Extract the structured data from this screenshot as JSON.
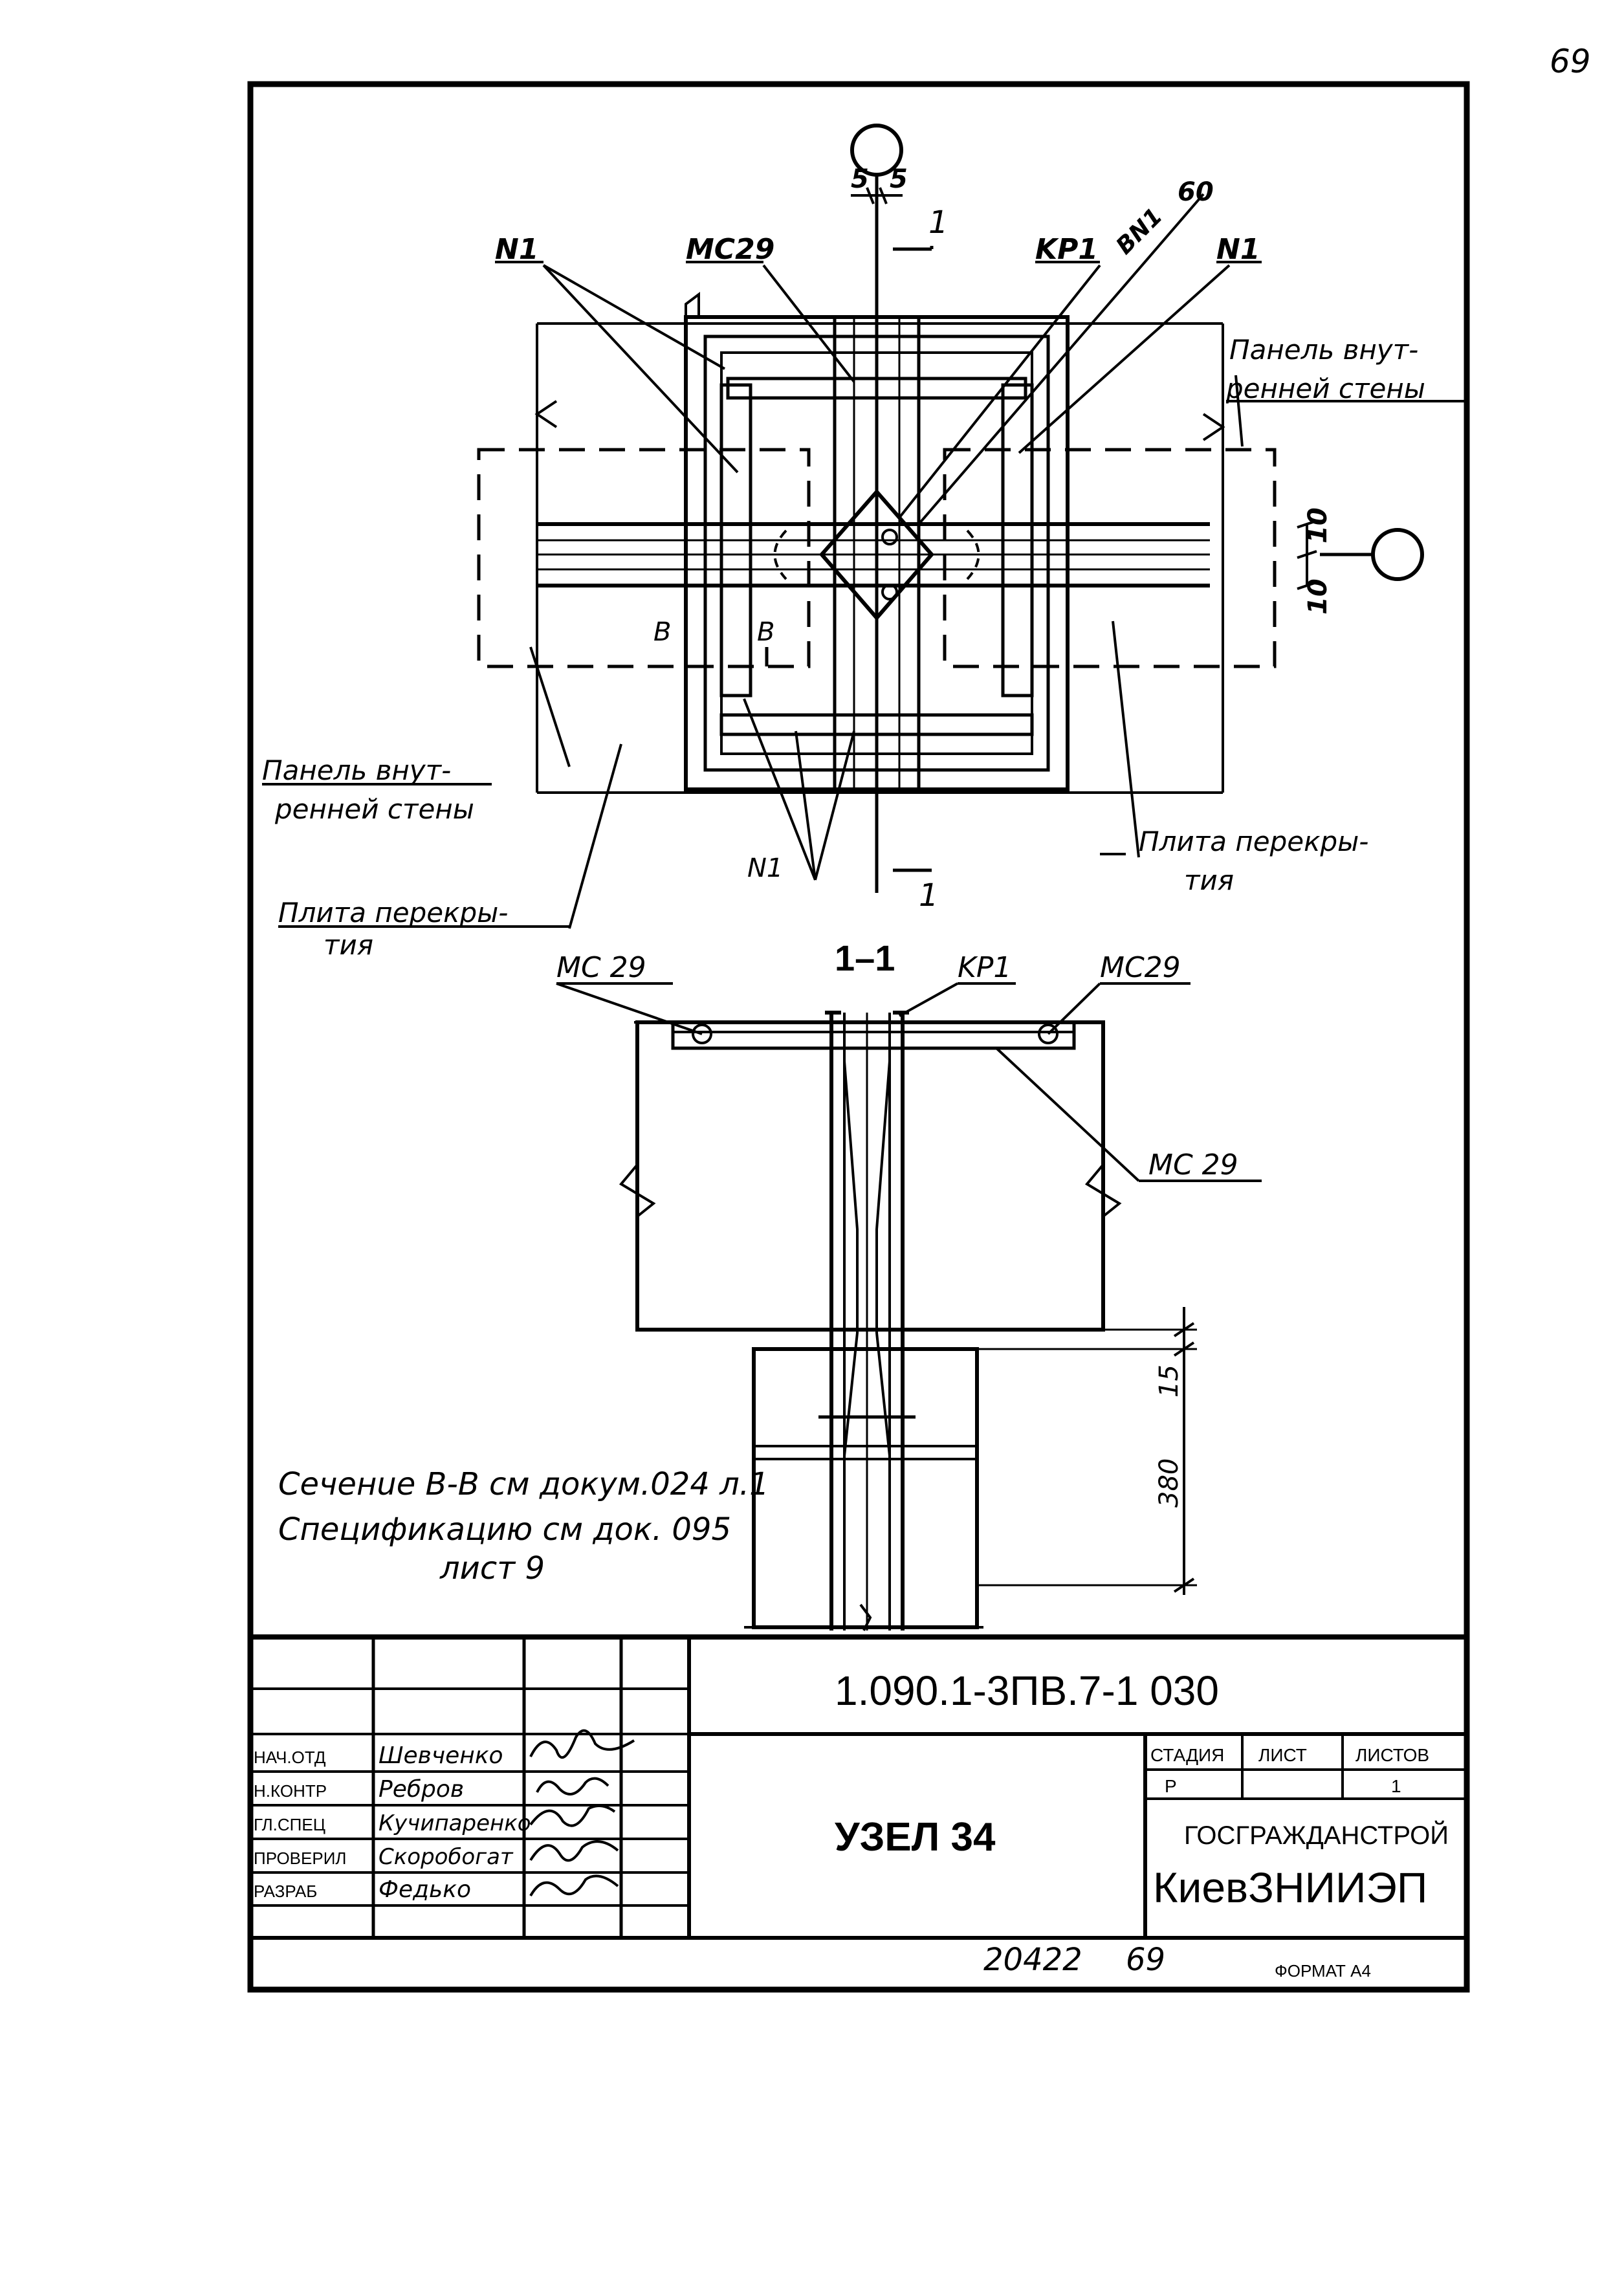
{
  "page_number": "69",
  "plan": {
    "labels": {
      "n1_left": "N1",
      "mc29_top": "MC29",
      "kp1": "KP1",
      "bn1": "BN1",
      "dim_60": "60",
      "n1_right": "N1",
      "n1_bottom": "N1",
      "section_mark": "1",
      "dim_5_left": "5",
      "dim_5_right": "5",
      "dim_10_top": "10",
      "dim_10_bottom": "10",
      "b_left": "B",
      "b_right": "B"
    },
    "notes": {
      "panel_right_1": "Панель внут-",
      "panel_right_2": "ренней стены",
      "panel_left_1": "Панель внут-",
      "panel_left_2": "ренней стены",
      "slab_left_1": "Плита перекры-",
      "slab_left_2": "тия",
      "slab_right_1": "Плита перекры-",
      "slab_right_2": "тия"
    }
  },
  "section": {
    "title": "1–1",
    "labels": {
      "mc29_left": "MC 29",
      "kp1": "KP1",
      "mc29_right": "MC29",
      "mc29_lower": "MC 29"
    },
    "dims": {
      "d15": "15",
      "d380": "380"
    }
  },
  "notes": {
    "line1": "Сеченuе В-В см докум.024 л.1",
    "line2": "Спецификацию см док. 095",
    "line3": "лист 9"
  },
  "title_block": {
    "doc_code": "1.090.1-3ПВ.7-1   030",
    "title": "УЗЕЛ 34",
    "roles": [
      "НАЧ.ОТД",
      "Н.КОНТР",
      "ГЛ.СПЕЦ",
      "ПРОВЕРИЛ",
      "РАЗРАБ"
    ],
    "names": [
      "Шевченко",
      "Ребров",
      "Кучипаренко",
      "Скоробогат",
      "Федько"
    ],
    "stage_header": "СТАДИЯ",
    "sheet_header": "ЛИСТ",
    "sheets_header": "ЛИСТОВ",
    "stage": "Р",
    "sheet": "",
    "sheets": "1",
    "org_1": "ГОСГРАЖДАНСТРОЙ",
    "org_2": "КиевЗНИИЭП"
  },
  "footer": {
    "inventory": "20422",
    "page": "69",
    "format": "ФОРМАТ А4"
  }
}
